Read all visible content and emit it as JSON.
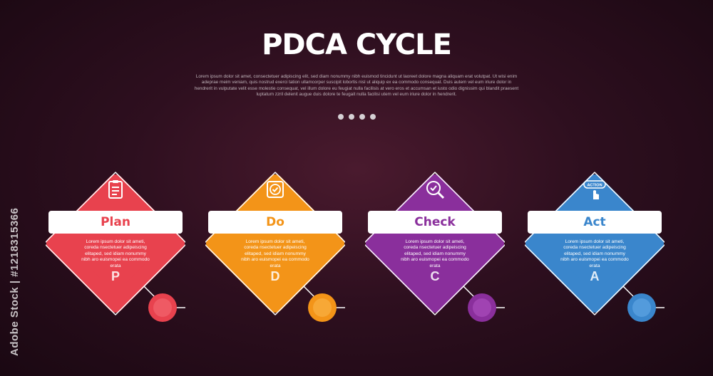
{
  "title": "PDCA CYCLE",
  "description": "Lorem ipsum dolor sit amet, consectetuer adipiscing elit, sed diam nonummy nibh euismod tincidunt ut laoreet dolore magna aliquam erat volutpat. Ut wisi enim adeprae meim veniam, quis nostrud exerci tation ullamcorper suscipit lobortis nisl ut aliquip ex ea commodo consequat. Duis autem vel eum iriure dolor in hendrerit in vulputate velit esse molestie consequat, vel illum dolore eu feugiat nulla facilisis at vero eros et accumsan et iusto odio dignissim qui blandit praesent luptatum zzril delenit augue duis dolore te feugait nulla facilisi utem vel eum iriure dolor in hendrerit.",
  "watermark": "Adobe Stock | #1218315366",
  "steps": [
    {
      "label": "Plan",
      "letter": "P",
      "text": "Lorem ipsum dolor sit ameti, coreda nsectetuer adipeiscing elitaped, sed idiam nonummy nibh aro euismopei ea commodo erata",
      "color": "#e8424e",
      "light": "#f0606a",
      "icon": "clipboard-icon"
    },
    {
      "label": "Do",
      "letter": "D",
      "text": "Lorem ipsum dolor sit ameti, coreda nsectetuer adipeiscing elitaped, sed idiam nonummy nibh aro euismopei ea commodo erata",
      "color": "#f39418",
      "light": "#f7ad3e",
      "icon": "checkbox-icon"
    },
    {
      "label": "Check",
      "letter": "C",
      "text": "Lorem ipsum dolor sit ameti, coreda nsectetuer adipeiscing elitaped, sed idiam nonummy nibh aro euismopei ea commodo erata",
      "color": "#8a2f9c",
      "light": "#a548b8",
      "icon": "magnifier-icon"
    },
    {
      "label": "Act",
      "letter": "A",
      "text": "Lorem ipsum dolor sit ameti, coreda nsectetuer adipeiscing elitaped, sed idiam nonummy nibh aro euismopei ea commodo erata",
      "color": "#3a86cc",
      "light": "#5aa0e0",
      "icon": "action-button-icon",
      "icon_text": "ACTION"
    }
  ]
}
